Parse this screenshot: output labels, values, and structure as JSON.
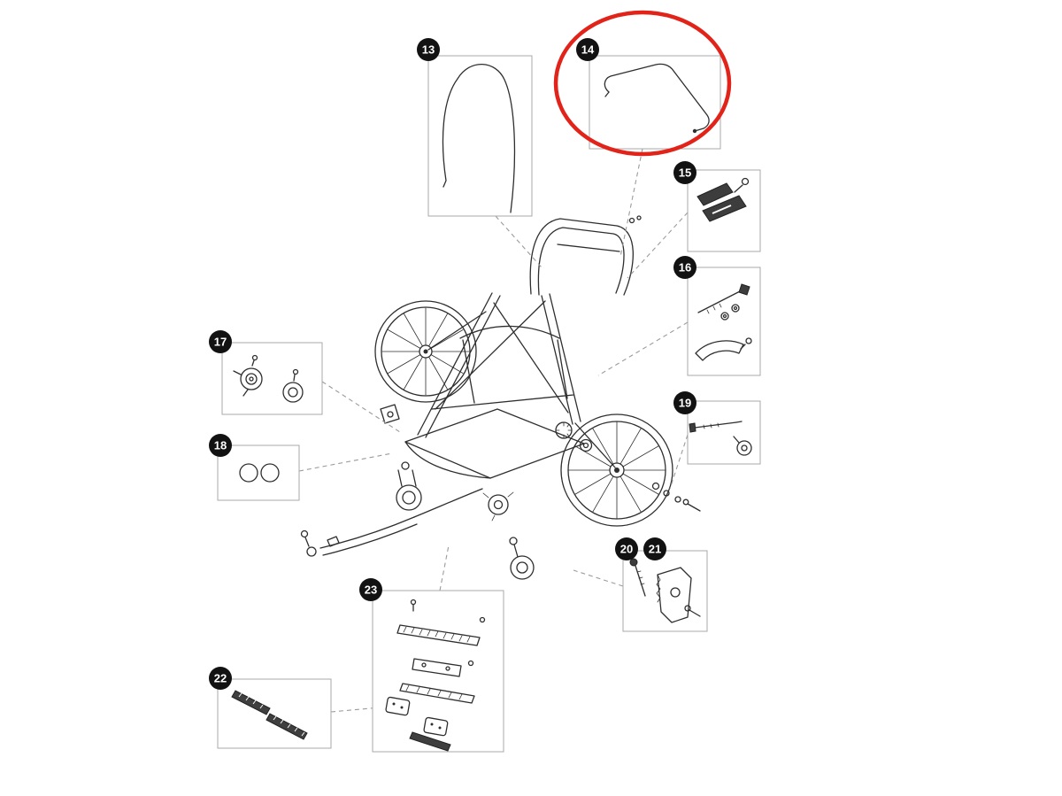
{
  "diagram": {
    "highlight_color": "#e2231a",
    "badge_color": "#121212",
    "badge_text_color": "#ffffff",
    "box_border_color": "#a9a9a9",
    "connector_color": "#9b9b9b",
    "line_color": "#2e2e2e",
    "callouts": [
      {
        "label": "13",
        "highlighted": false
      },
      {
        "label": "14",
        "highlighted": true
      },
      {
        "label": "15",
        "highlighted": false
      },
      {
        "label": "16",
        "highlighted": false
      },
      {
        "label": "17",
        "highlighted": false
      },
      {
        "label": "18",
        "highlighted": false
      },
      {
        "label": "19",
        "highlighted": false
      },
      {
        "label": "20",
        "highlighted": false
      },
      {
        "label": "21",
        "highlighted": false
      },
      {
        "label": "22",
        "highlighted": false
      },
      {
        "label": "23",
        "highlighted": false
      }
    ]
  }
}
